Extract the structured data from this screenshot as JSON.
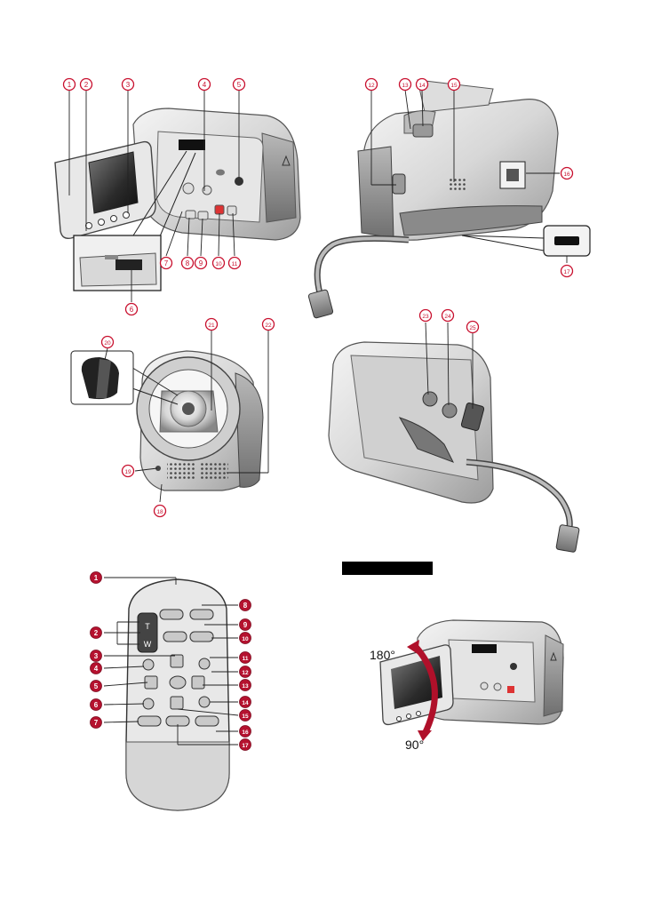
{
  "section_bar_label": "",
  "camera_callouts": [
    "1",
    "2",
    "3",
    "4",
    "5",
    "6",
    "7",
    "8",
    "9",
    "10",
    "11",
    "12",
    "13",
    "14",
    "15",
    "16",
    "17",
    "18",
    "19",
    "20",
    "21",
    "22",
    "23",
    "24",
    "25"
  ],
  "remote_callouts": [
    "1",
    "2",
    "3",
    "4",
    "5",
    "6",
    "7",
    "8",
    "9",
    "10",
    "11",
    "12",
    "13",
    "14",
    "15",
    "16",
    "17"
  ],
  "remote_button_labels": {
    "zoom_t": "T",
    "zoom_w": "W"
  },
  "lcd_angles": {
    "open": "180°",
    "rotate": "90°"
  },
  "colors": {
    "callout_ring": "#c8102e",
    "remote_badge": "#b5122f",
    "angle_arrow": "#b0102a",
    "body_silver": "#d9d9d9",
    "lcd_screen": "#222222"
  }
}
